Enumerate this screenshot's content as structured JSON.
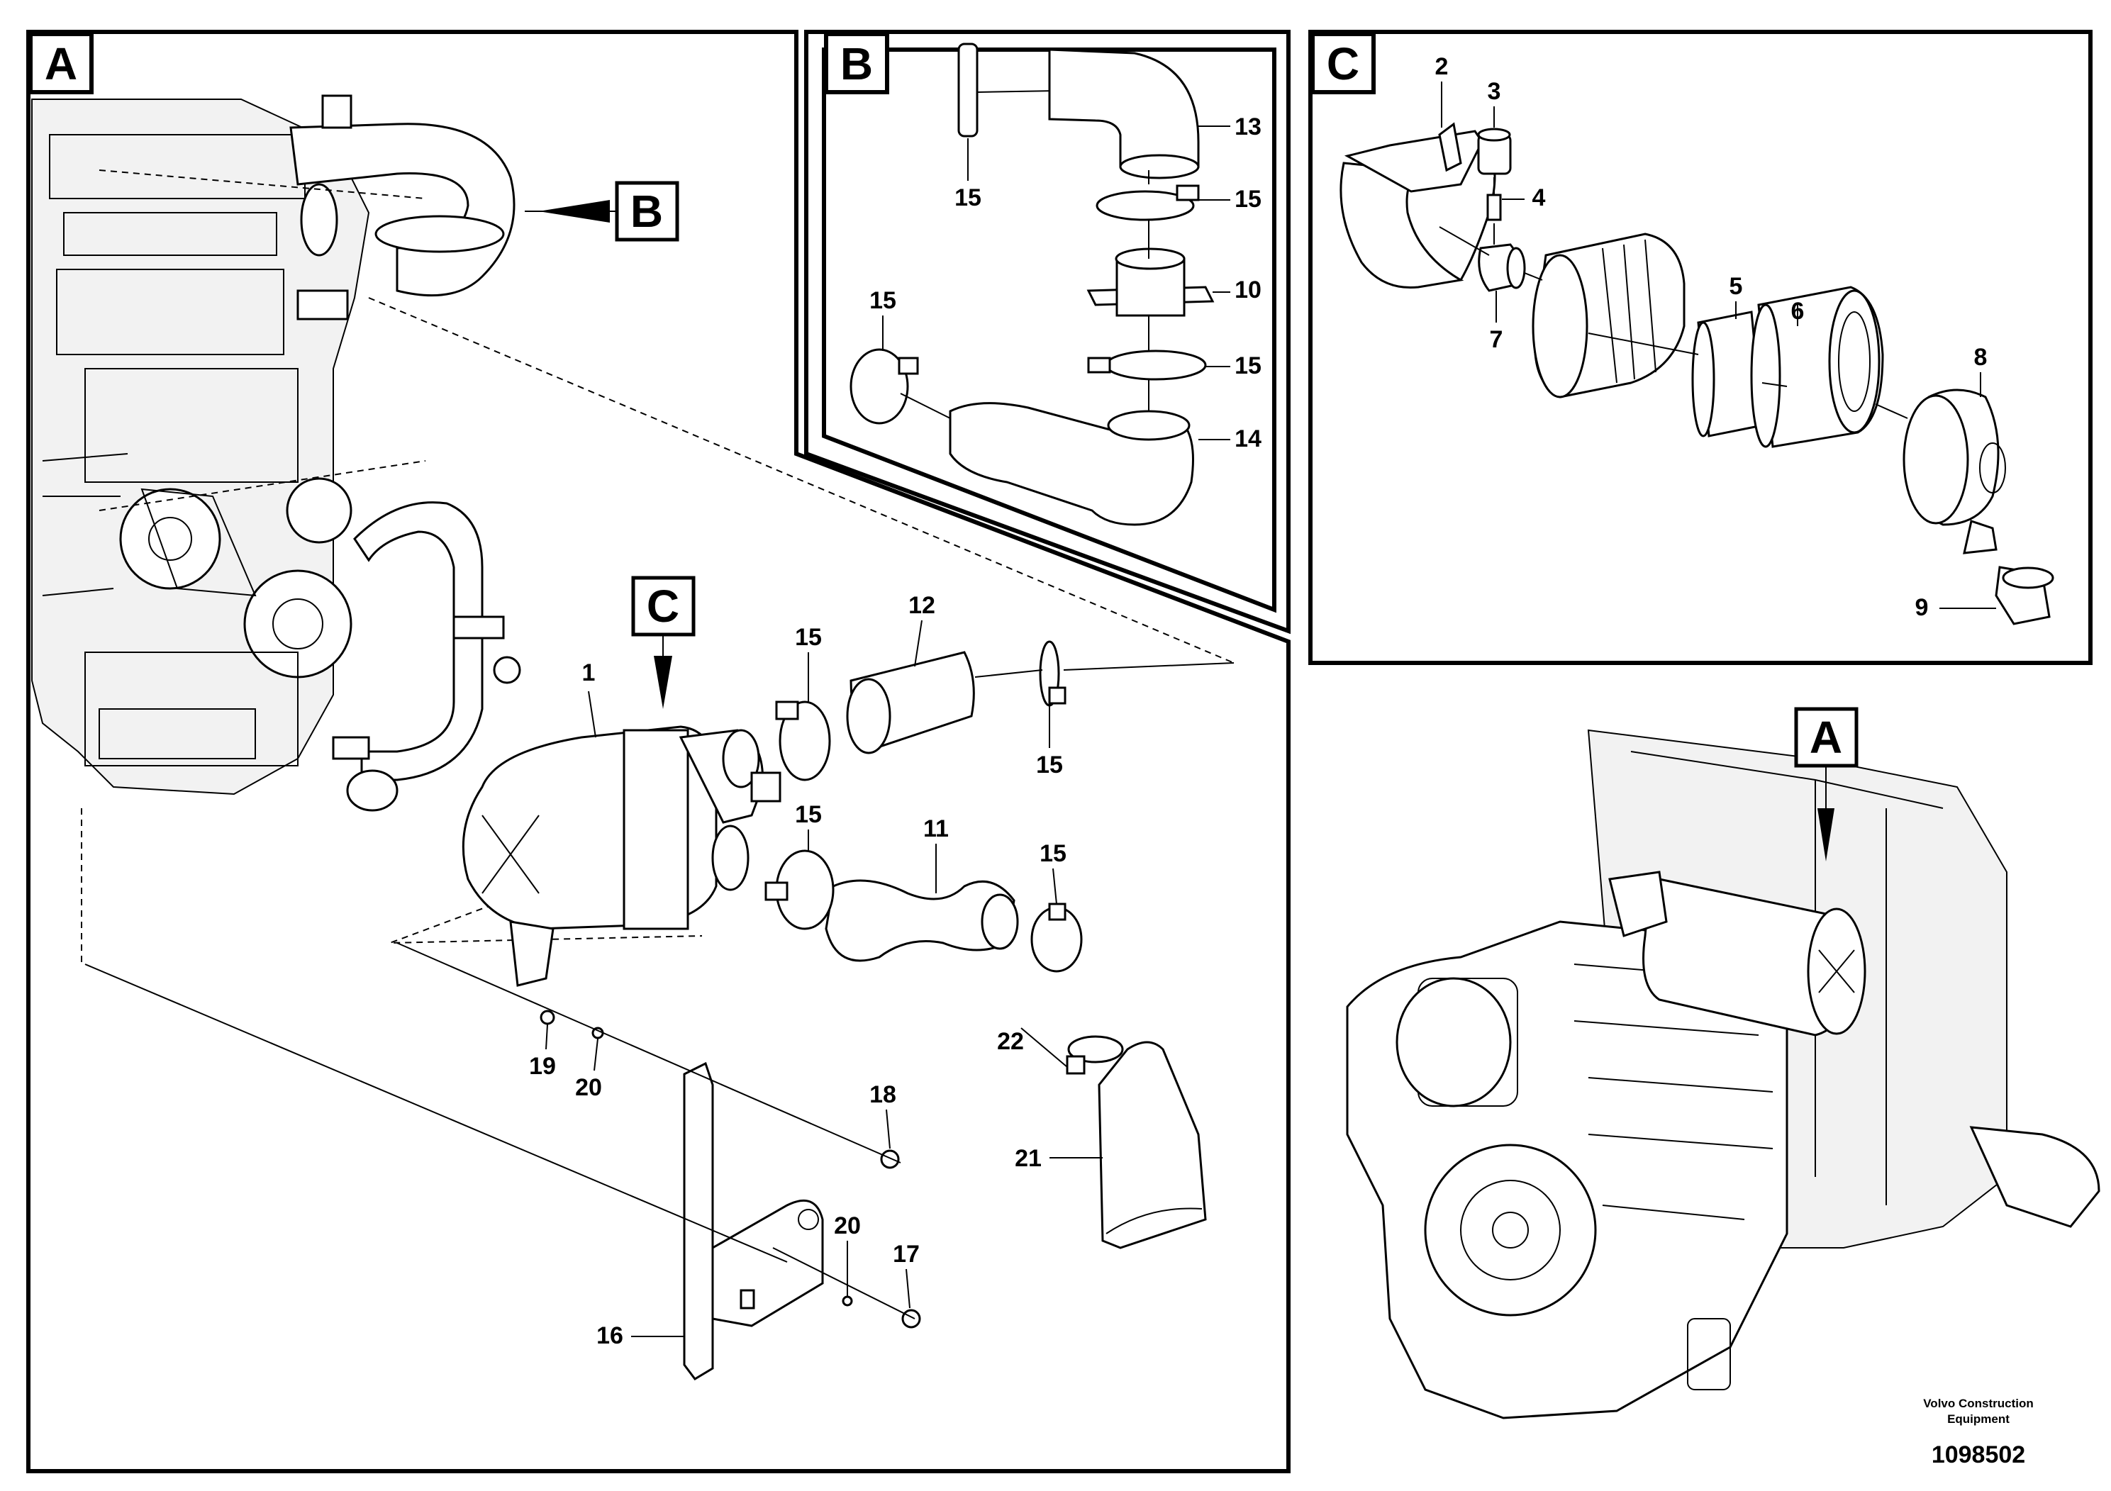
{
  "panels": {
    "a": {
      "letter": "A"
    },
    "b": {
      "letter": "B"
    },
    "c": {
      "letter": "C"
    }
  },
  "markers": {
    "to_b": "B",
    "to_c": "C",
    "overview_a": "A"
  },
  "callouts": {
    "a": [
      {
        "id": "a-1",
        "text": "1"
      },
      {
        "id": "a-11",
        "text": "11"
      },
      {
        "id": "a-12",
        "text": "12"
      },
      {
        "id": "a-15-top-left",
        "text": "15"
      },
      {
        "id": "a-15-top-right",
        "text": "15"
      },
      {
        "id": "a-15-mid-left",
        "text": "15"
      },
      {
        "id": "a-15-mid-right",
        "text": "15"
      },
      {
        "id": "a-16",
        "text": "16"
      },
      {
        "id": "a-17",
        "text": "17"
      },
      {
        "id": "a-18",
        "text": "18"
      },
      {
        "id": "a-19",
        "text": "19"
      },
      {
        "id": "a-20-upper",
        "text": "20"
      },
      {
        "id": "a-20-lower",
        "text": "20"
      },
      {
        "id": "a-21",
        "text": "21"
      },
      {
        "id": "a-22",
        "text": "22"
      }
    ],
    "b": [
      {
        "id": "b-13",
        "text": "13"
      },
      {
        "id": "b-15-left",
        "text": "15"
      },
      {
        "id": "b-15-upper",
        "text": "15"
      },
      {
        "id": "b-15-lower",
        "text": "15"
      },
      {
        "id": "b-15-mid-left",
        "text": "15"
      },
      {
        "id": "b-10",
        "text": "10"
      },
      {
        "id": "b-14",
        "text": "14"
      }
    ],
    "c": [
      {
        "id": "c-2",
        "text": "2"
      },
      {
        "id": "c-3",
        "text": "3"
      },
      {
        "id": "c-4",
        "text": "4"
      },
      {
        "id": "c-5",
        "text": "5"
      },
      {
        "id": "c-6",
        "text": "6"
      },
      {
        "id": "c-7",
        "text": "7"
      },
      {
        "id": "c-8",
        "text": "8"
      },
      {
        "id": "c-9",
        "text": "9"
      }
    ]
  },
  "footer": {
    "company_line1": "Volvo Construction",
    "company_line2": "Equipment",
    "drawing_number": "1098502"
  }
}
